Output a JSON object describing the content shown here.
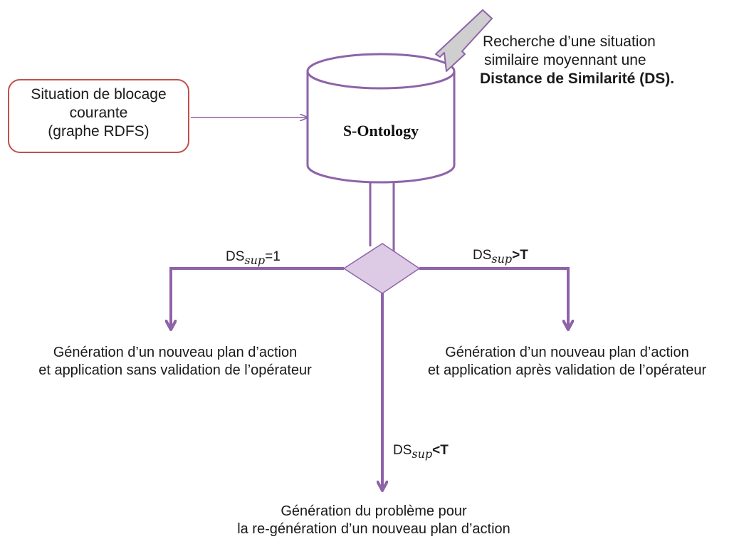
{
  "current_situation": {
    "line1": "Situation de blocage",
    "line2": "courante",
    "line3": "(graphe RDFS)"
  },
  "database": {
    "label": "S-Ontology"
  },
  "search": {
    "line1": "Recherche d’une situation",
    "line2": "similaire moyennant une",
    "line3": "Distance de Similarité (DS)."
  },
  "conditions": {
    "left": {
      "base": "DS",
      "sub": "sup",
      "rest": "=1"
    },
    "right": {
      "base": "DS",
      "sub": "sup",
      "rest": ">T"
    },
    "bottom": {
      "base": "DS",
      "sub": "sup",
      "rest": "<T"
    }
  },
  "outcomes": {
    "left": {
      "line1": "Génération d’un nouveau plan d’action",
      "line2": "et application sans validation de l’opérateur"
    },
    "right": {
      "line1": "Génération d’un nouveau plan d’action",
      "line2": "et application après validation de l’opérateur"
    },
    "bottom": {
      "line1": "Génération du problème pour",
      "line2": "la re-génération d’un nouveau plan d’action"
    }
  },
  "colors": {
    "purple": "#8e63a8",
    "diamond_fill": "#ddcbe6",
    "box_border": "#c0504d",
    "arrow_fill": "#cfcfcf"
  }
}
